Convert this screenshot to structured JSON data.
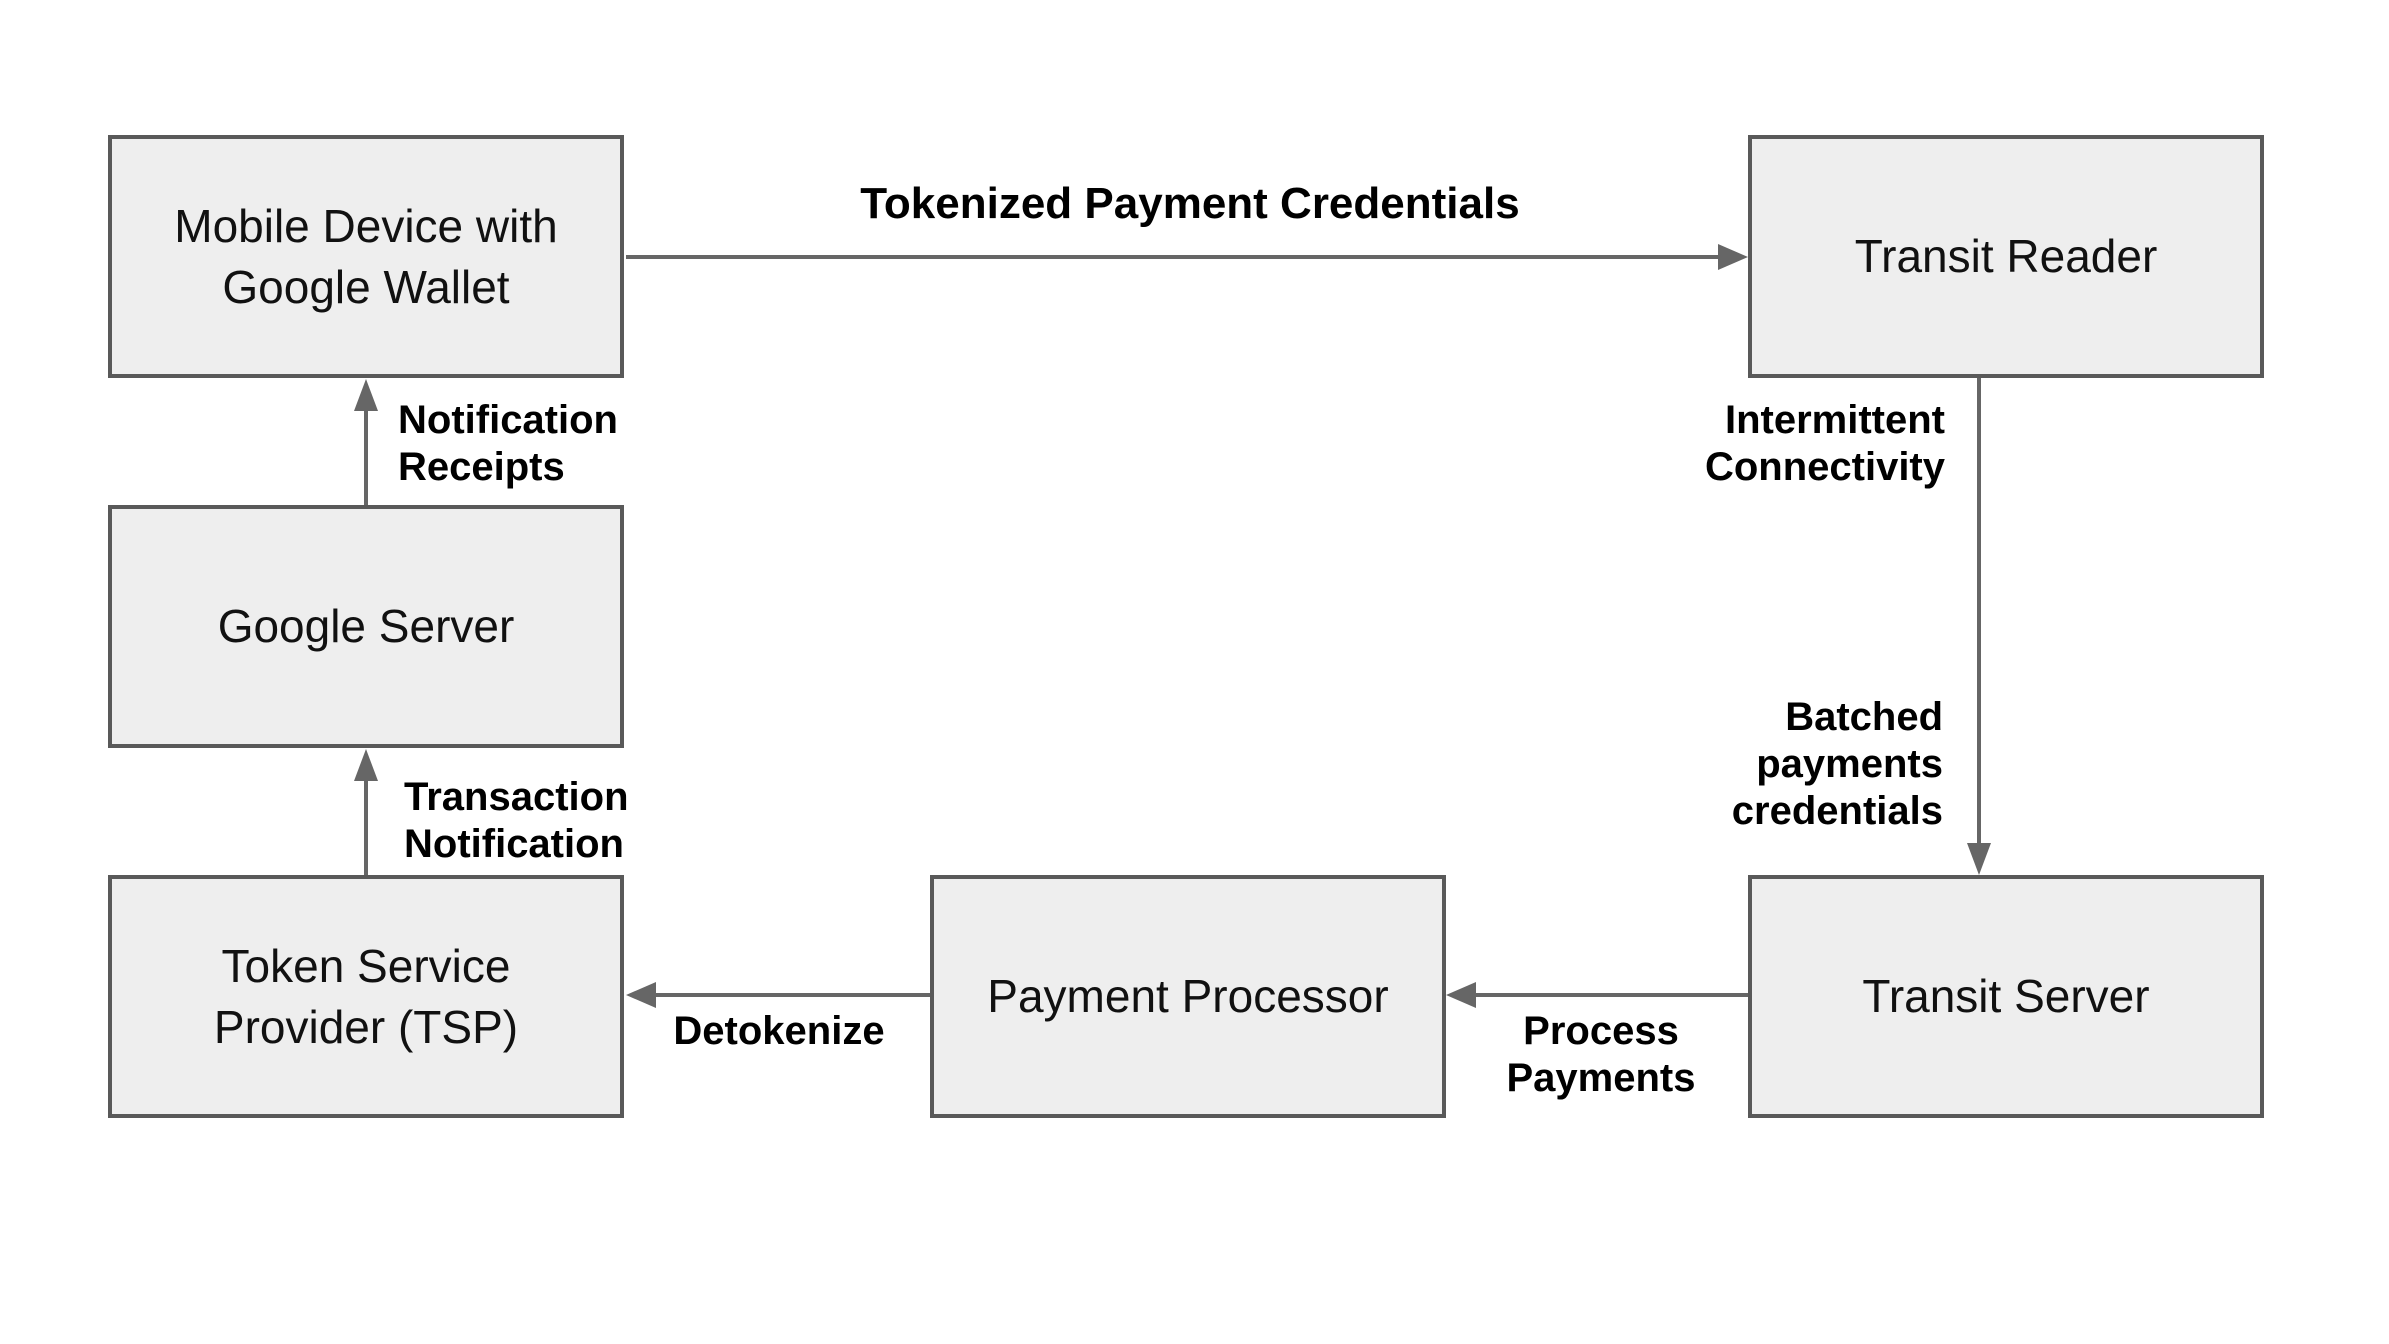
{
  "diagram": {
    "nodes": {
      "mobile_device": {
        "label": "Mobile Device with\nGoogle Wallet"
      },
      "transit_reader": {
        "label": "Transit Reader"
      },
      "google_server": {
        "label": "Google Server"
      },
      "tsp": {
        "label": "Token Service\nProvider (TSP)"
      },
      "payment_processor": {
        "label": "Payment Processor"
      },
      "transit_server": {
        "label": "Transit Server"
      }
    },
    "edges": {
      "tokenized": {
        "label": "Tokenized Payment Credentials",
        "from": "mobile_device",
        "to": "transit_reader",
        "direction": "right"
      },
      "notification_receipts": {
        "label": "Notification\nReceipts",
        "from": "google_server",
        "to": "mobile_device",
        "direction": "up"
      },
      "transaction_notification": {
        "label": "Transaction\nNotification",
        "from": "tsp",
        "to": "google_server",
        "direction": "up"
      },
      "intermittent_connectivity": {
        "label": "Intermittent\nConnectivity",
        "from": "transit_reader",
        "to": "transit_server",
        "direction": "down"
      },
      "batched_payments": {
        "label": "Batched\npayments\ncredentials",
        "from": "transit_reader",
        "to": "transit_server",
        "direction": "down"
      },
      "process_payments": {
        "label": "Process\nPayments",
        "from": "transit_server",
        "to": "payment_processor",
        "direction": "left"
      },
      "detokenize": {
        "label": "Detokenize",
        "from": "payment_processor",
        "to": "tsp",
        "direction": "left"
      }
    },
    "colors": {
      "background": "#ffffff",
      "node_fill": "#eeeeee",
      "node_border": "#595959",
      "node_text": "#111111",
      "arrow": "#666666",
      "edge_label_text": "#000000"
    }
  }
}
